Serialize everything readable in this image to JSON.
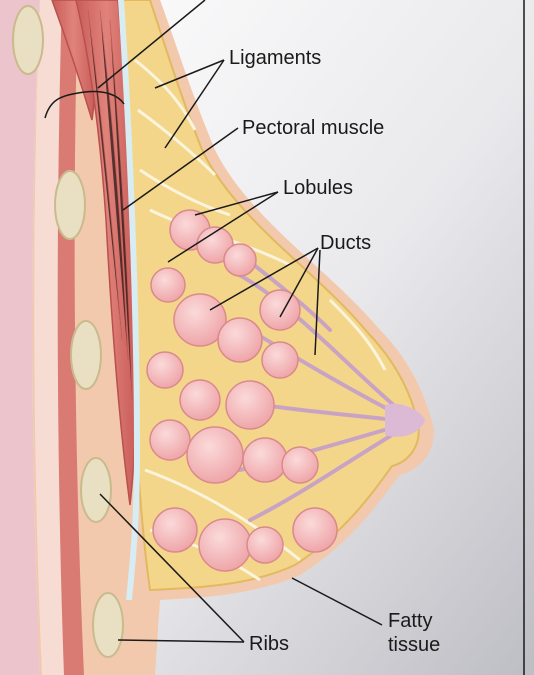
{
  "labels": {
    "ligaments": "Ligaments",
    "pectoral_muscle": "Pectoral muscle",
    "lobules": "Lobules",
    "ducts": "Ducts",
    "fatty_tissue_line1": "Fatty",
    "fatty_tissue_line2": "tissue",
    "ribs": "Ribs"
  },
  "colors": {
    "background_grey": "#cfcfd4",
    "skin": "#f2c9ad",
    "fat": "#f3d68a",
    "fat_edge": "#e2b960",
    "muscle": "#d9706a",
    "muscle_dark": "#b9504d",
    "lobule": "#f4b8b8",
    "lobule_edge": "#d98a8c",
    "rib": "#e9dfc2",
    "body_pink": "#ecc5cc"
  }
}
